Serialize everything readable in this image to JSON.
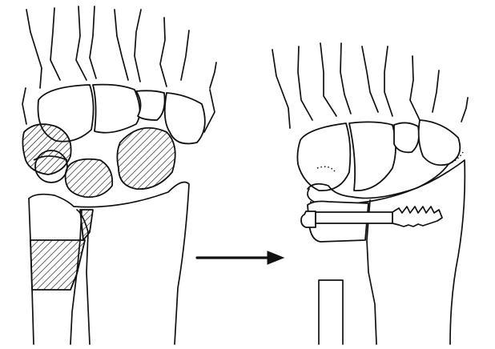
{
  "figure": {
    "panels": [
      {
        "id": "before",
        "description_name": "wrist-before-procedure"
      },
      {
        "id": "after",
        "description_name": "wrist-after-procedure"
      }
    ],
    "arrow": {
      "direction": "right"
    },
    "colors": {
      "ink": "#111111",
      "background": "#ffffff"
    },
    "text": ""
  }
}
